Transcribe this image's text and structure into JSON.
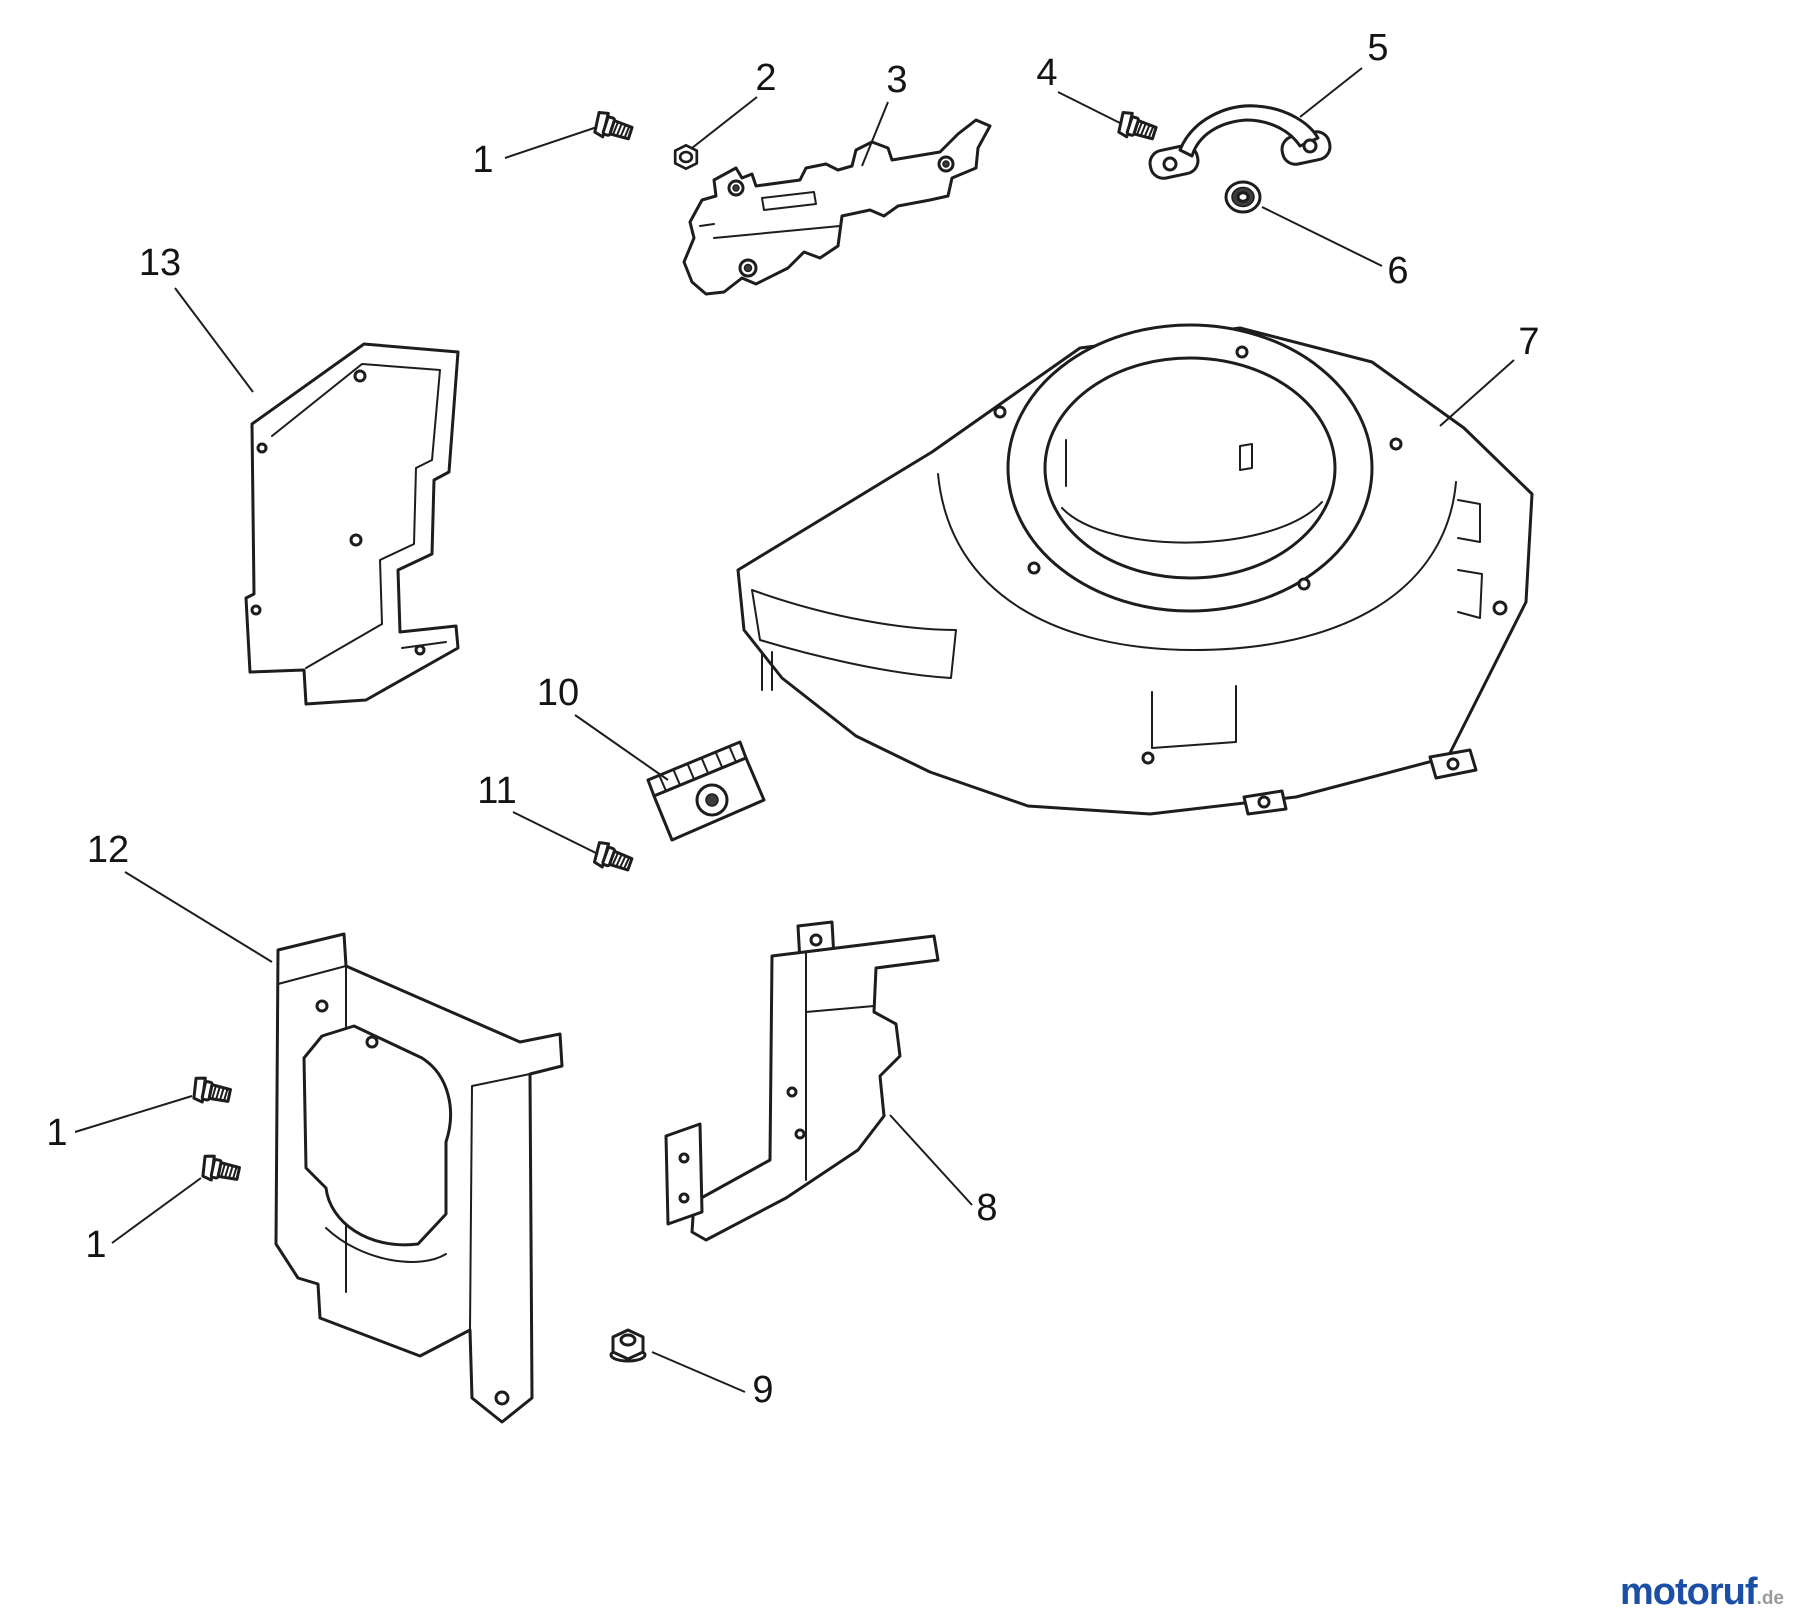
{
  "colors": {
    "ink": "#1d1d1b",
    "background": "#ffffff",
    "brand": "#1b4fa5",
    "brand_tld": "#9b9b9b"
  },
  "watermark": {
    "name": "motoruf",
    "tld": ".de"
  },
  "callouts": [
    {
      "label": "1",
      "part": "hex-screw"
    },
    {
      "label": "2",
      "part": "nut"
    },
    {
      "label": "3",
      "part": "bracket"
    },
    {
      "label": "4",
      "part": "hex-screw"
    },
    {
      "label": "5",
      "part": "clamp"
    },
    {
      "label": "6",
      "part": "flange-nut"
    },
    {
      "label": "7",
      "part": "blower-housing"
    },
    {
      "label": "13",
      "part": "baffle"
    },
    {
      "label": "10",
      "part": "retainer-plate"
    },
    {
      "label": "11",
      "part": "hex-screw"
    },
    {
      "label": "12",
      "part": "baffle"
    },
    {
      "label": "1",
      "part": "hex-screw"
    },
    {
      "label": "1",
      "part": "hex-screw"
    },
    {
      "label": "8",
      "part": "baffle"
    },
    {
      "label": "9",
      "part": "flange-nut"
    }
  ]
}
